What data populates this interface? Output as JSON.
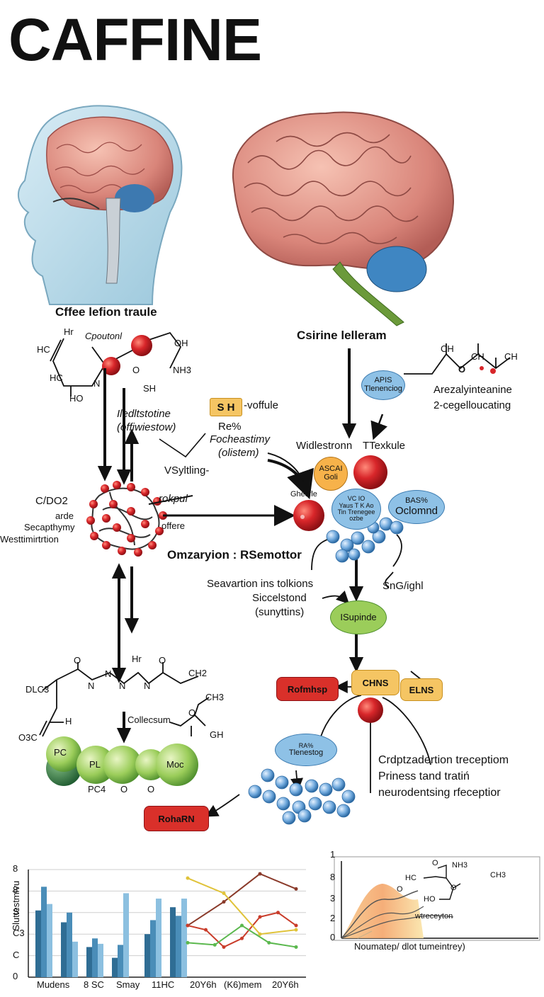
{
  "title": "CAFFINE",
  "left_panel": {
    "caption": "Cffee lefion traule",
    "mol1": {
      "hr": "Hr",
      "hc1": "HC",
      "hc2": "HC",
      "ho": "HO",
      "n": "N",
      "o": "O",
      "oh": "OH",
      "nh3": "NH3",
      "sh": "SH",
      "label": "Cpoutonl"
    },
    "side_label": [
      "Iledltstotine",
      "(offiwiestow)"
    ],
    "cluster_left": [
      "C/DO2",
      "arde",
      "Secapthymy",
      "Westtimirtrtion"
    ],
    "cluster_right": [
      "rokpul",
      "offere"
    ]
  },
  "right_panel": {
    "caption": "Csirine lelleram",
    "mol": {
      "ch1": "CH",
      "ch2": "CH",
      "ch3": "CH",
      "o": "O",
      "name": "Arezalyinteanine",
      "sub": "2-cegelloucating"
    },
    "sh_box": "S H",
    "sh_label": "-voffule",
    "middle": [
      "Re%",
      "Focheastimy",
      "(olistem)"
    ],
    "vsy": "VSyltling-",
    "widlestron": "Widlestronn",
    "texkule": "TTexkule",
    "ghesfle": "Ghesfle",
    "apis": [
      "APIS",
      "Tlenenciog"
    ],
    "ascan": [
      "ASCAI",
      "Goli"
    ],
    "vc": [
      "VC IO",
      "Yaus T K Ao",
      "Tin Trenegee",
      "ozbe"
    ],
    "basx": [
      "BAS%",
      "Oclomnd"
    ],
    "omzaryion": "Omzaryion : RSemottor",
    "seavartion": [
      "Seavartion ins tolkions",
      "Siccelstond",
      "(sunyttins)"
    ],
    "snghl": "SnG/ighl",
    "isupinde": "ISupinde",
    "chns": "CHNS",
    "elns": "ELNS",
    "rofmhsp": "Rofmhsp",
    "tlenestog": [
      "RA%",
      "Tlenestog"
    ],
    "roharn": "RohaRN",
    "desc": [
      "Crdptzadertion treceptiom",
      "Priness tand tratiń",
      "neurodentsing rfeceptior"
    ]
  },
  "lower_molecule": {
    "o1": "O",
    "hr": "Hr",
    "o2": "O",
    "ch2": "CH2",
    "n": "N",
    "dlc3": "DLC3",
    "h": "H",
    "o3c": "O3C",
    "collecsum": "Collecsum",
    "ch3": "CH3",
    "gh": "GH",
    "o4": "O",
    "spheres": [
      "PC",
      "PL",
      "Moc"
    ],
    "below": [
      "PC4",
      "O",
      "O"
    ]
  },
  "chart_data": [
    {
      "type": "bar",
      "ylabel": "Sluttestmivu",
      "yticks": [
        "0",
        "C",
        "C3",
        "S",
        "8",
        "8"
      ],
      "xticks": [
        "Mudens",
        "8 SC",
        "Smay",
        "11HC",
        "20Y6h",
        "(K6)mem",
        "20Y6h"
      ],
      "categories": [
        "Mudens",
        "8 SC",
        "Smay",
        "11HC"
      ],
      "series": [
        {
          "values": [
            62,
            51,
            28,
            18,
            40,
            65
          ]
        },
        {
          "values": [
            84,
            60,
            36,
            30,
            53,
            57
          ]
        },
        {
          "values": [
            68,
            33,
            31,
            78,
            73,
            73
          ]
        }
      ],
      "lines": [
        {
          "color": "#8a3a2a",
          "points": [
            2.4,
            3.5,
            4.8,
            4.1
          ]
        },
        {
          "color": "#c93c2a",
          "points": [
            2.4,
            2.2,
            1.4,
            1.8,
            2.8,
            3.0,
            2.4
          ]
        },
        {
          "color": "#e0c33a",
          "points": [
            4.6,
            3.9,
            2.0,
            2.2
          ]
        },
        {
          "color": "#5bb84e",
          "points": [
            1.6,
            1.5,
            2.4,
            1.6,
            1.4
          ]
        }
      ]
    },
    {
      "type": "area",
      "xlabel": "Noumatep/ dlot tumeintrey)",
      "yticks": [
        "0",
        "2",
        "3",
        "8",
        "1"
      ],
      "annotation": "wtreceyton",
      "mol": {
        "o": "O",
        "nh3": "NH3",
        "hc": "HC",
        "ch3": "CH3",
        "o2": "O",
        "ho": "HO",
        "c": "O"
      }
    }
  ]
}
